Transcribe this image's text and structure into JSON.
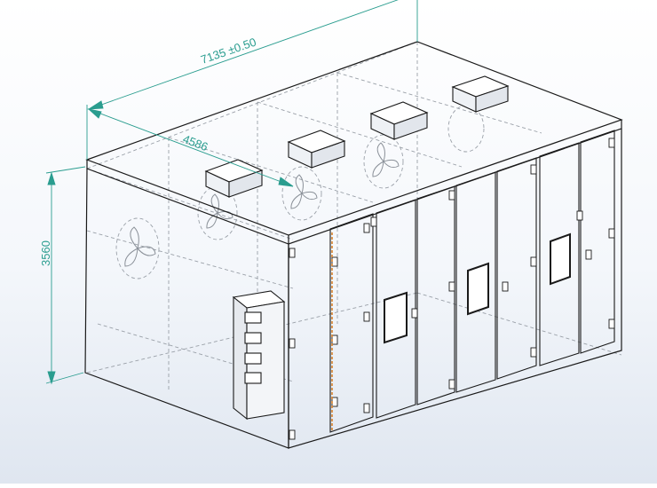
{
  "drawing": {
    "dimensions": {
      "length_label": "7135 ±0.50",
      "width_label": "4586",
      "height_label": "3560"
    },
    "colors": {
      "line": "#1a1a1a",
      "hidden_line": "#9aa0a8",
      "dimension": "#2a9d8f",
      "hinge_accent": "#d9822b",
      "background_top": "#ffffff",
      "background_bottom": "#dfe6f0"
    },
    "components": {
      "roof_units": 4,
      "front_door_sets": 3,
      "control_panel_displays": 4
    }
  }
}
